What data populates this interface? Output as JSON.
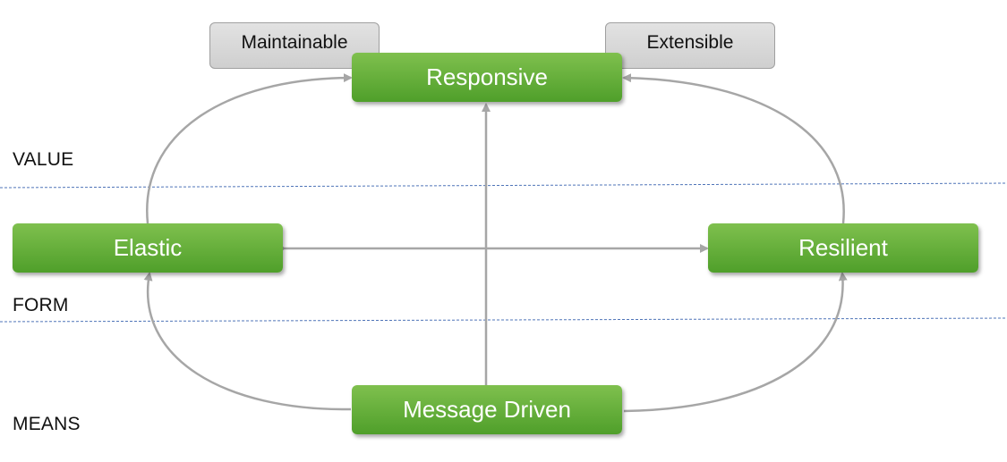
{
  "layers": {
    "value": "VALUE",
    "form": "FORM",
    "means": "MEANS"
  },
  "qualities": {
    "maintainable": "Maintainable",
    "extensible": "Extensible"
  },
  "nodes": {
    "responsive": "Responsive",
    "elastic": "Elastic",
    "resilient": "Resilient",
    "message_driven": "Message Driven"
  },
  "colors": {
    "node_green": "#5fae36",
    "quality_gray": "#d6d6d6",
    "arrow_gray": "#a6a6a6",
    "divider_blue": "#4f74b8"
  }
}
